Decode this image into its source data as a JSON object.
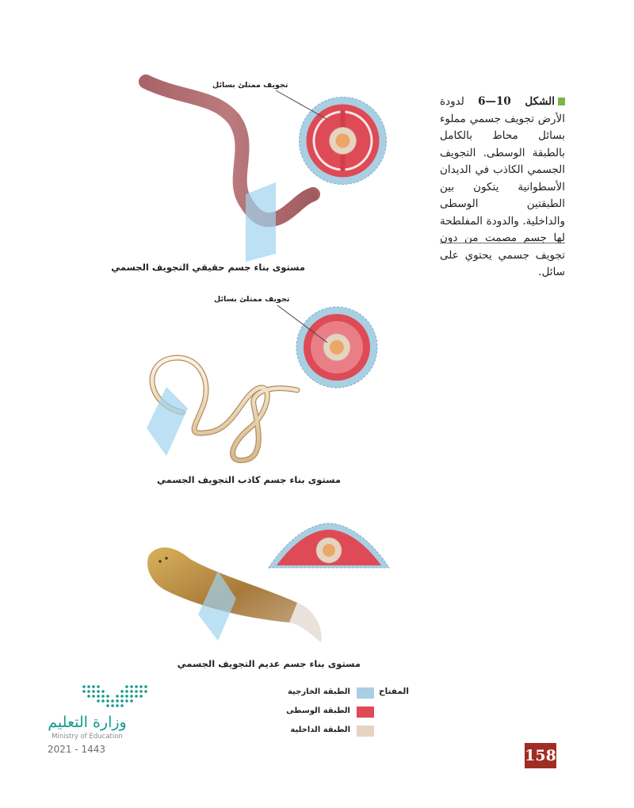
{
  "caption": {
    "figure_label": "الشكل 10—6",
    "text": "لدودة الأرض تجويف جسمي مملوء بسائل محاط بالكامل بالطبقة الوسطى. التجويف الجسمي الكاذب في الديدان الأسطوانية يتكون بين الطبقتين الوسطى والداخلية. والدودة المفلطحة لها جسم مصمت من دون تجويف جسمي يحتوي على سائل.",
    "marker_color": "#7ab648"
  },
  "diagrams": [
    {
      "callout": "تجويف ممتلئ بسائل",
      "title": "مستوى بناء جسم حقيقي التجويف الجسمي"
    },
    {
      "callout": "تجويف ممتلئ بسائل",
      "title": "مستوى بناء جسم كاذب التجويف الجسمي"
    },
    {
      "title": "مستوى بناء جسم عديم التجويف الجسمي"
    }
  ],
  "key": {
    "title": "المفتاح",
    "items": [
      {
        "label": "الطبقة الخارجية",
        "color": "#a9cfe3"
      },
      {
        "label": "الطبقة الوسطى",
        "color": "#de4a55"
      },
      {
        "label": "الطبقة الداخلية",
        "color": "#e6d3c2"
      }
    ]
  },
  "ministry": {
    "name_ar": "وزارة التعليم",
    "name_en": "Ministry of Education",
    "year": "2021 - 1443",
    "color": "#169a8f"
  },
  "page_number": "158",
  "colors": {
    "ectoderm": "#a9cfe3",
    "mesoderm": "#de4a55",
    "endoderm": "#e6d3c2",
    "plane": "#9fd3f0",
    "page_number_bg": "#a02d24"
  }
}
